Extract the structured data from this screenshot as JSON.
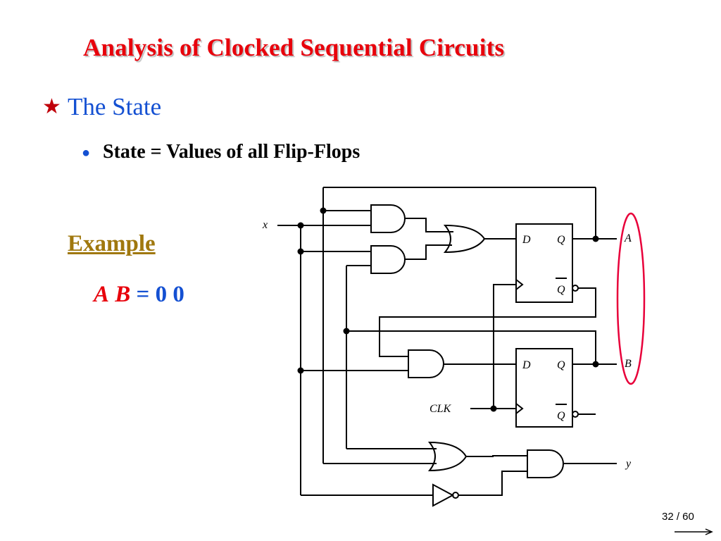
{
  "slide": {
    "title": "Analysis of Clocked Sequential Circuits",
    "heading": "The State",
    "bullet_text": "State = Values of all Flip-Flops",
    "example_label": "Example",
    "state_a": "A",
    "state_b": "B",
    "state_value": "= 0 0",
    "page": "32 / 60"
  },
  "glyphs": {
    "star": "★",
    "bullet": "●"
  },
  "circuit": {
    "input_x": "x",
    "output_a": "A",
    "output_b": "B",
    "output_y": "y",
    "clk": "CLK",
    "ff_d": "D",
    "ff_q": "Q"
  },
  "colors": {
    "title": "#e8000b",
    "heading": "#1450d2",
    "example": "#a0780e",
    "highlight_ellipse": "#e8003a"
  }
}
